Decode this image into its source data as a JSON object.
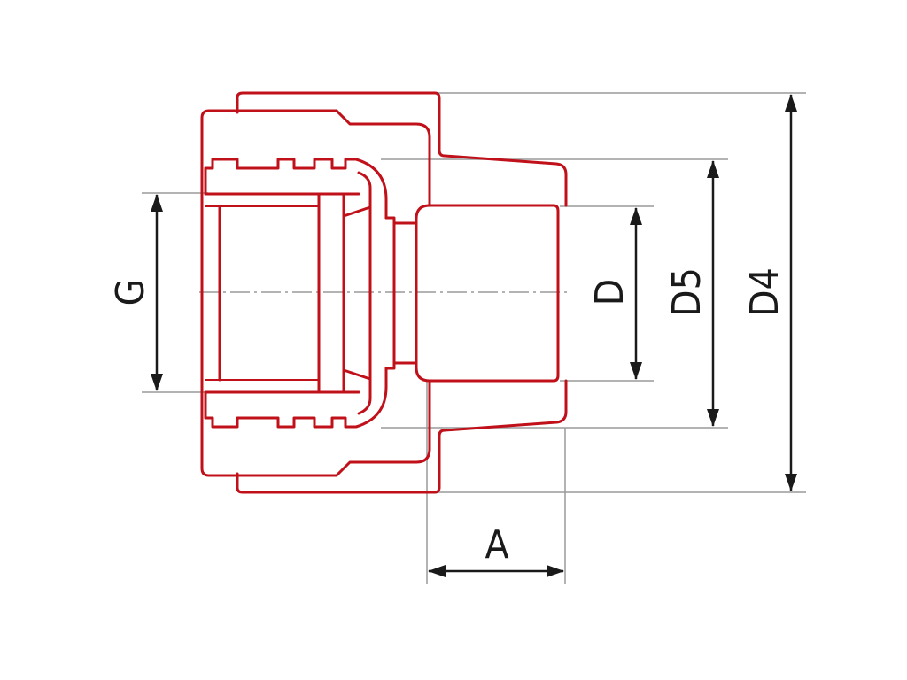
{
  "colors": {
    "part_outline": "#c0101a",
    "dimension_line": "#1a1a1a",
    "extension_line": "#9a9a9a",
    "background": "#ffffff"
  },
  "dimensions": {
    "G": "G",
    "D": "D",
    "D5": "D5",
    "D4": "D4",
    "A": "A"
  }
}
